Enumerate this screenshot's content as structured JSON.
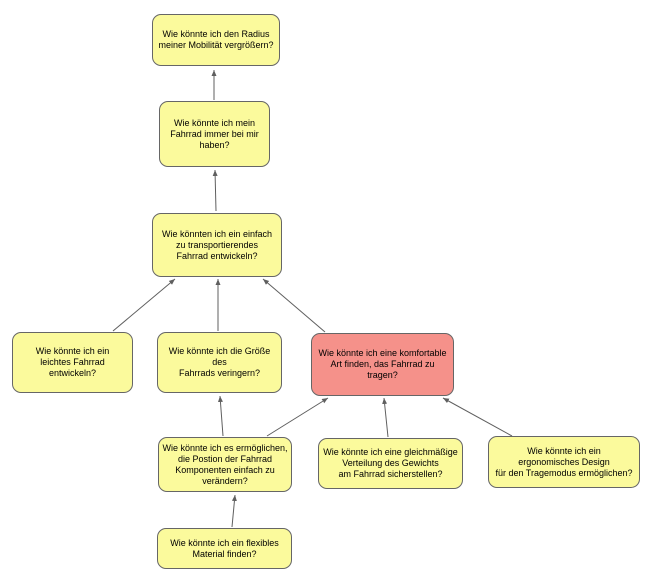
{
  "diagram": {
    "type": "mind-map",
    "colors": {
      "canvas_bg": "#ffffff",
      "node_default": "#fbfa9c",
      "node_highlight": "#f5918a",
      "node_border": "#666666",
      "edge": "#5f5f5f",
      "text": "#000000"
    },
    "nodes": [
      {
        "id": "node-radius-mobilitaet",
        "type": "default",
        "text": "Wie könnte ich den Radius\nmeiner Mobilität vergrößern?"
      },
      {
        "id": "node-fahrrad-bei-mir",
        "type": "default",
        "text": "Wie könnte ich mein\nFahrrad immer bei mir\nhaben?"
      },
      {
        "id": "node-transportierbares-fahrrad",
        "type": "default",
        "text": "Wie könnten ich ein einfach\nzu transportierendes\nFahrrad entwickeln?"
      },
      {
        "id": "node-leichtes-fahrrad",
        "type": "default",
        "text": "Wie könnte ich ein\nleichtes Fahrrad entwickeln?"
      },
      {
        "id": "node-groesse-verringern",
        "type": "default",
        "text": "Wie könnte ich die Größe des\nFahrrads veringern?"
      },
      {
        "id": "node-komfortables-tragen",
        "type": "highlight",
        "text": "Wie könnte ich eine komfortable\nArt finden, das Fahrrad zu tragen?"
      },
      {
        "id": "node-position-komponenten",
        "type": "default",
        "text": "Wie könnte ich es ermöglichen,\ndie Postion der Fahrrad\nKomponenten einfach zu\nverändern?"
      },
      {
        "id": "node-gewichtsverteilung",
        "type": "default",
        "text": "Wie könnte ich eine gleichmäßige\nVerteilung des Gewichts\nam Fahrrad sicherstellen?"
      },
      {
        "id": "node-ergonomisches-design",
        "type": "default",
        "text": "Wie könnte ich ein\nergonomisches Design\nfür den Tragemodus ermöglichen?"
      },
      {
        "id": "node-flexibles-material",
        "type": "default",
        "text": "Wie könnte ich ein flexibles\nMaterial finden?"
      }
    ],
    "edges": [
      {
        "from": "node-fahrrad-bei-mir",
        "to": "node-radius-mobilitaet"
      },
      {
        "from": "node-transportierbares-fahrrad",
        "to": "node-fahrrad-bei-mir"
      },
      {
        "from": "node-leichtes-fahrrad",
        "to": "node-transportierbares-fahrrad"
      },
      {
        "from": "node-groesse-verringern",
        "to": "node-transportierbares-fahrrad"
      },
      {
        "from": "node-komfortables-tragen",
        "to": "node-transportierbares-fahrrad"
      },
      {
        "from": "node-position-komponenten",
        "to": "node-groesse-verringern"
      },
      {
        "from": "node-position-komponenten",
        "to": "node-komfortables-tragen"
      },
      {
        "from": "node-gewichtsverteilung",
        "to": "node-komfortables-tragen"
      },
      {
        "from": "node-ergonomisches-design",
        "to": "node-komfortables-tragen"
      },
      {
        "from": "node-flexibles-material",
        "to": "node-position-komponenten"
      }
    ]
  }
}
